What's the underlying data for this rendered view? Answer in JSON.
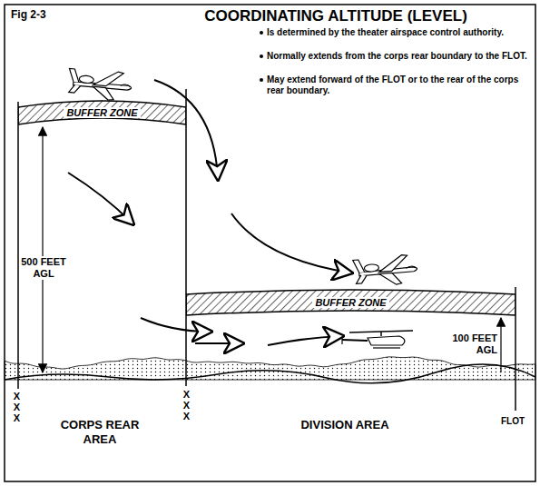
{
  "diagram": {
    "title": "COORDINATING ALTITUDE (LEVEL)",
    "nodes": [
      {
        "text": [
          "BUFFER ZONE"
        ]
      },
      {
        "text": [
          "BUFFER ZONE"
        ]
      }
    ],
    "labels": [
      "Fig 2-3",
      "Is determined by the theater airspace control authority.",
      "Normally extends from the corps rear boundary to the FLOT.",
      "May extend forward of the FLOT or to the rear of the corps rear boundary.",
      "500 FEET AGL",
      "100 FEET AGL",
      "XXX",
      "CORPS REAR AREA",
      "XXX",
      "DIVISION AREA",
      "FLOT"
    ]
  }
}
